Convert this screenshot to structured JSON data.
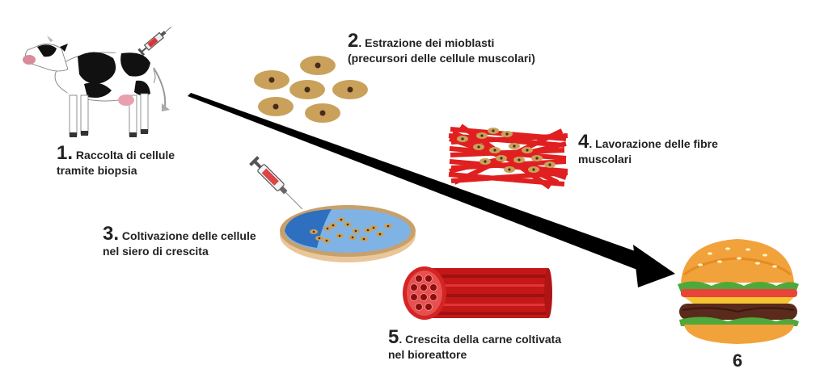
{
  "steps": [
    {
      "number": "1",
      "line1": "Raccolta di cellule",
      "line2": "tramite biopsia"
    },
    {
      "number": "2",
      "line1": "Estrazione dei mioblasti",
      "line2": "(precursori delle cellule muscolari)"
    },
    {
      "number": "3",
      "line1": "Coltivazione delle cellule",
      "line2": "nel siero di crescita"
    },
    {
      "number": "4",
      "line1": "Lavorazione delle fibre",
      "line2": "muscolari"
    },
    {
      "number": "5",
      "line1": "Crescita della carne coltivata",
      "line2": "nel bioreattore"
    }
  ],
  "final_step": {
    "number": "6"
  },
  "illustrations": [
    {
      "name": "cow",
      "label_icon": "cow-icon"
    },
    {
      "name": "myoblast-cells",
      "label_icon": "cell-icon"
    },
    {
      "name": "petri-dish",
      "label_icon": "petri-dish-icon"
    },
    {
      "name": "muscle-fibers",
      "label_icon": "muscle-fiber-icon"
    },
    {
      "name": "muscle-tissue",
      "label_icon": "muscle-tissue-icon"
    },
    {
      "name": "burger",
      "label_icon": "burger-icon"
    },
    {
      "name": "syringe",
      "label_icon": "syringe-icon"
    },
    {
      "name": "process-arrow",
      "label_icon": "arrow-icon"
    }
  ],
  "colors": {
    "cell": "#c9a15a",
    "nucleus": "#4a2a1a",
    "fiber": "#e02020",
    "tissue": "#c41a1a",
    "dish_blue": "#2e7fc9",
    "arrow": "#000000"
  }
}
